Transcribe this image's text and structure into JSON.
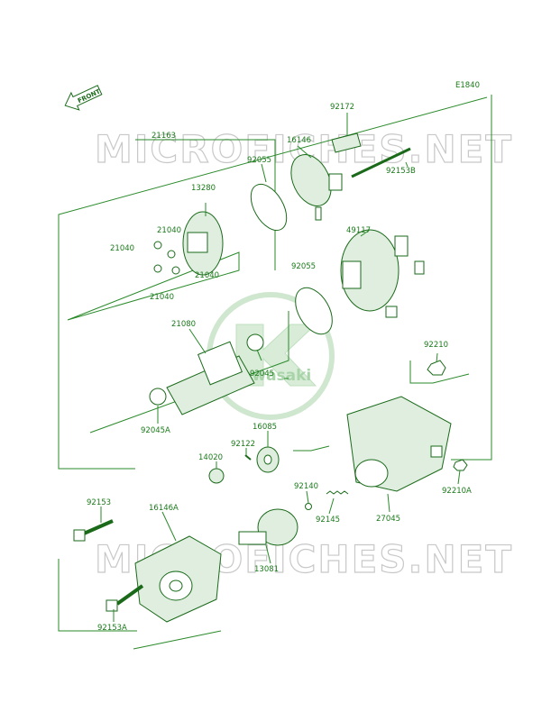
{
  "diagram": {
    "code": "E1840",
    "front_label": "FRONT",
    "watermark": "MICROFICHES.NET",
    "brand_mark": "Kawasaki",
    "colors": {
      "line": "#2a8a2a",
      "label": "#1a7a1a",
      "part_fill": "#dfeedf",
      "watermark": "#c8c8c8"
    }
  },
  "parts": [
    {
      "id": "92172"
    },
    {
      "id": "16146"
    },
    {
      "id": "21163"
    },
    {
      "id": "92055"
    },
    {
      "id": "92153B"
    },
    {
      "id": "13280"
    },
    {
      "id": "21040"
    },
    {
      "id": "21040"
    },
    {
      "id": "21040"
    },
    {
      "id": "21040"
    },
    {
      "id": "49117"
    },
    {
      "id": "92055"
    },
    {
      "id": "21080"
    },
    {
      "id": "92045"
    },
    {
      "id": "92045A"
    },
    {
      "id": "92210"
    },
    {
      "id": "16085"
    },
    {
      "id": "92122"
    },
    {
      "id": "14020"
    },
    {
      "id": "92140"
    },
    {
      "id": "92145"
    },
    {
      "id": "27045"
    },
    {
      "id": "92210A"
    },
    {
      "id": "92153"
    },
    {
      "id": "16146A"
    },
    {
      "id": "13081"
    },
    {
      "id": "92153A"
    }
  ]
}
